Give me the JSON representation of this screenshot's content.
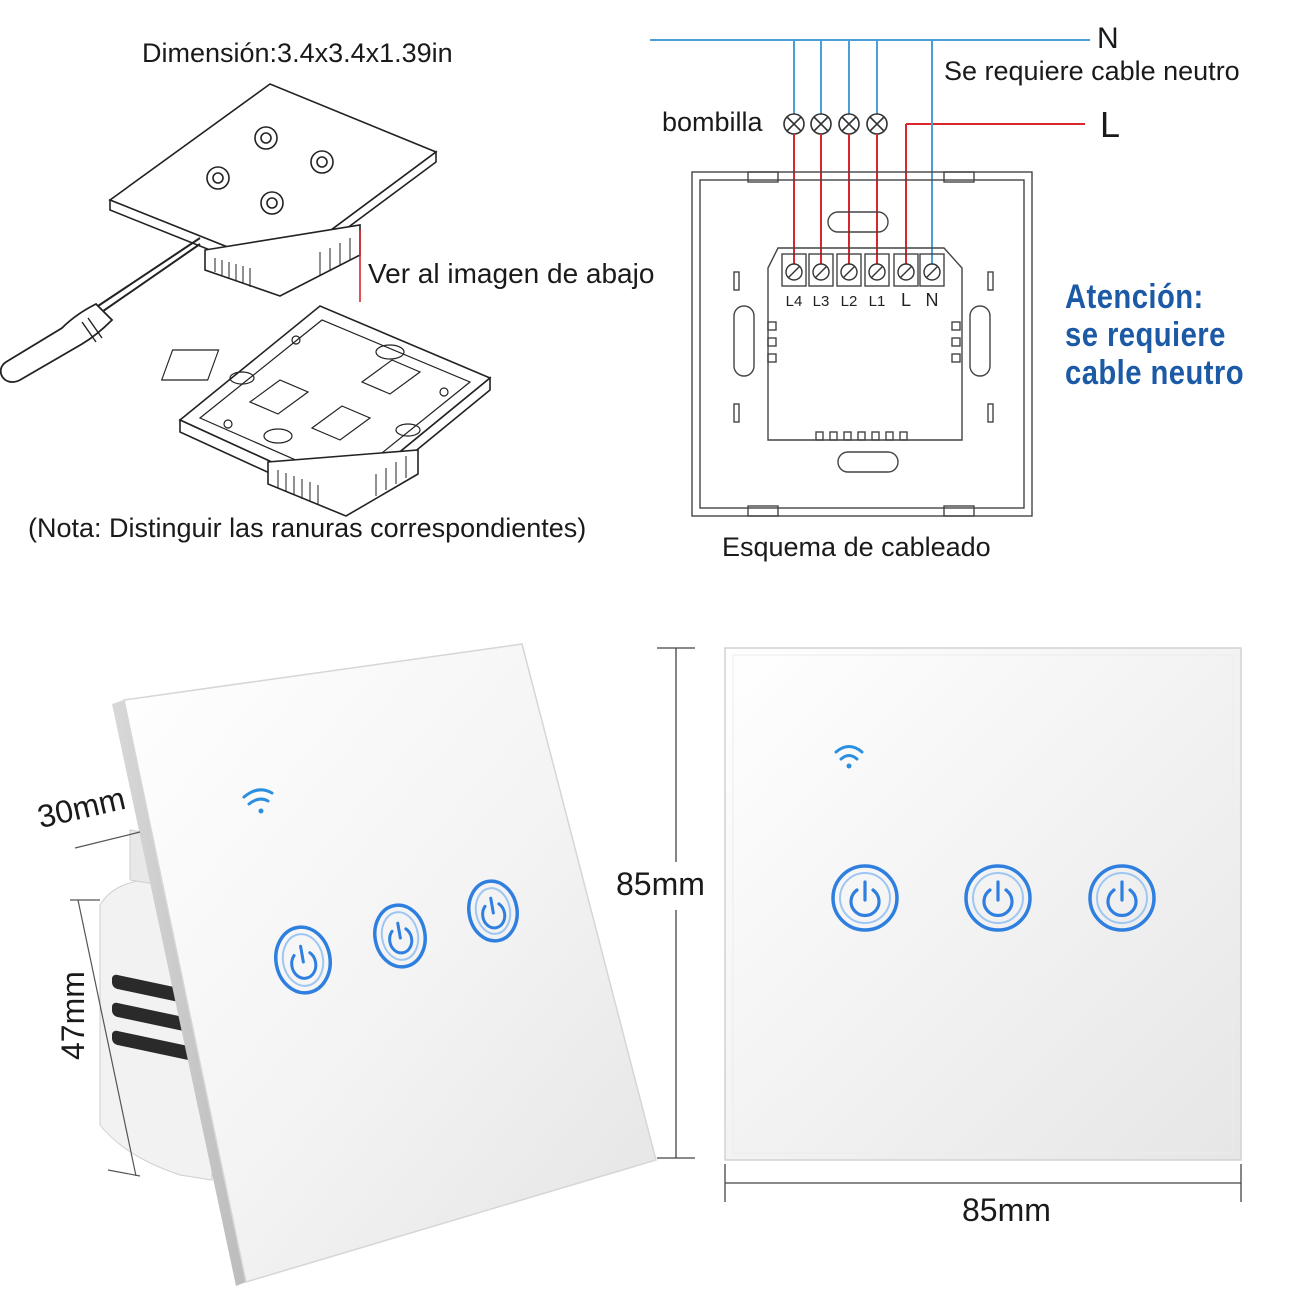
{
  "exploded_view": {
    "dimension_label": "Dimensión:3.4x3.4x1.39in",
    "see_below_label": "Ver al imagen de abajo",
    "note_label": "(Nota: Distinguir las ranuras correspondientes)"
  },
  "wiring": {
    "neutral_label": "N",
    "live_label": "L",
    "neutral_required_label": "Se requiere cable neutro",
    "bulb_label": "bombilla",
    "terminals": [
      "L4",
      "L3",
      "L2",
      "L1",
      "L",
      "N"
    ],
    "caption": "Esquema de cableado",
    "neutral_wire_color": "#4a9fd4",
    "live_wire_color": "#d9262c"
  },
  "attention": {
    "line1": "Atención:",
    "line2": "se requiere",
    "line3": "cable neutro",
    "color": "#1c5aa6"
  },
  "dimensions": {
    "depth_label": "30mm",
    "box_height_label": "47mm",
    "height_label": "85mm",
    "width_label": "85mm"
  },
  "switch": {
    "button_count": 3,
    "button_color": "#2f7fe0",
    "wifi_color": "#2a8fe0"
  }
}
